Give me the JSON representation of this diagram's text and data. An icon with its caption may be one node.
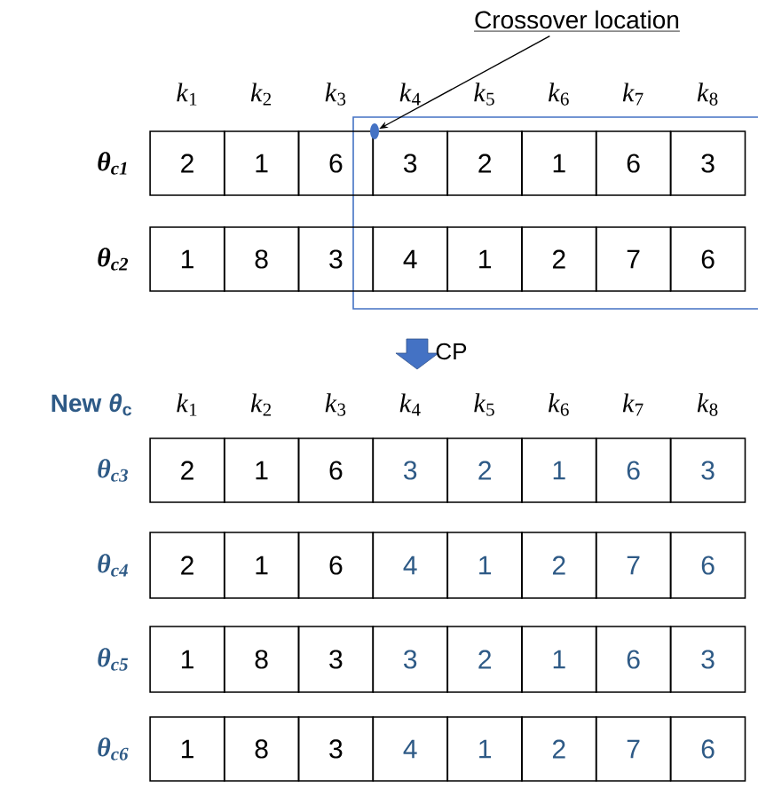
{
  "diagram": {
    "nodes": [
      {
        "text": [
          "Crossover location"
        ]
      },
      {
        "text": [],
        "shape": "circle"
      }
    ],
    "edges": [
      {
        "from": 0,
        "to": 1,
        "arrow": "to"
      }
    ],
    "labels": [
      "*k*$_{1}$",
      "*k*$_{2}$",
      "*k*$_{3}$",
      "*k*$_{4}$",
      "*k*$_{5}$",
      "*k*$_{6}$",
      "*k*$_{7}$",
      "*k*$_{8}$",
      "θ$_{c1}$",
      "2",
      "1",
      "6",
      "3",
      "2",
      "1",
      "6",
      "3",
      "θ$_{c2}$",
      "1",
      "8",
      "3",
      "4",
      "1",
      "2",
      "7",
      "6",
      "CP",
      "New *θ*$_{c}$",
      "*k*$_{1}$",
      "*k*$_{2}$",
      "*k*$_{3}$",
      "*k*$_{4}$",
      "*k*$_{5}$",
      "*k*$_{6}$",
      "*k*$_{7}$",
      "*k*$_{8}$",
      "θ$_{c3}$",
      "2",
      "1",
      "6",
      "3",
      "2",
      "1",
      "6",
      "3",
      "θ$_{c4}$",
      "2",
      "1",
      "6",
      "4",
      "1",
      "2",
      "7",
      "6",
      "θ$_{c5}$",
      "1",
      "8",
      "3",
      "3",
      "2",
      "1",
      "6",
      "3",
      "θ$_{c6}$",
      "1",
      "8",
      "3",
      "4",
      "1",
      "2",
      "7",
      "6"
    ]
  }
}
